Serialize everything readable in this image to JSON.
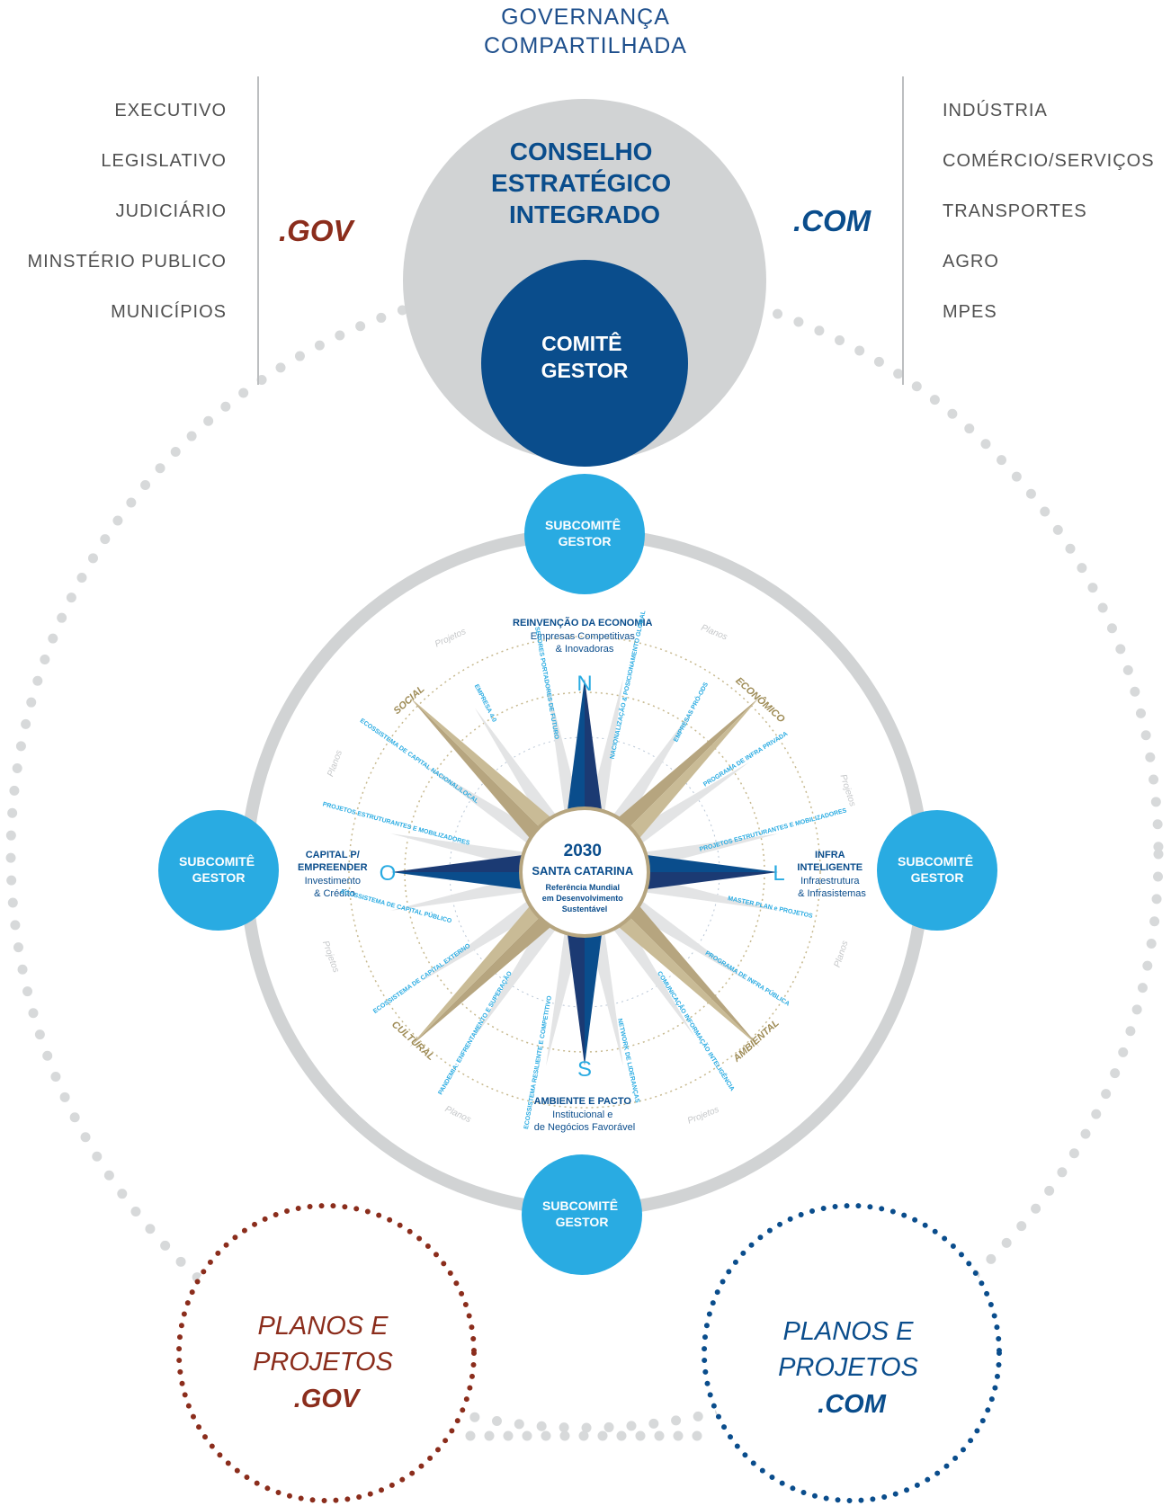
{
  "header": {
    "line1": "GOVERNANÇA",
    "line2": "COMPARTILHADA"
  },
  "gov_sectors": [
    "EXECUTIVO",
    "LEGISLATIVO",
    "JUDICIÁRIO",
    "MINSTÉRIO PUBLICO",
    "MUNICÍPIOS"
  ],
  "com_sectors": [
    "INDÚSTRIA",
    "COMÉRCIO/SERVIÇOS",
    "TRANSPORTES",
    "AGRO",
    "MPES"
  ],
  "gov_tag": ".GOV",
  "com_tag": ".COM",
  "conselho": [
    "CONSELHO",
    "ESTRATÉGICO",
    "INTEGRADO"
  ],
  "comite": [
    "COMITÊ",
    "GESTOR"
  ],
  "subcomite": [
    "SUBCOMITÊ",
    "GESTOR"
  ],
  "center": {
    "year": "2030",
    "name": "SANTA CATARINA",
    "line1": "Referência Mundial",
    "line2": "em Desenvolvimento",
    "line3": "Sustentável"
  },
  "cardinal": {
    "n": "N",
    "s": "S",
    "l": "L",
    "o": "O"
  },
  "north_label": {
    "title": "REINVENÇÃO DA ECONOMIA",
    "sub1": "Empresas Competitivas",
    "sub2": "& Inovadoras"
  },
  "south_label": {
    "title": "AMBIENTE E PACTO",
    "sub1": "Institucional e",
    "sub2": "de Negócios Favorável"
  },
  "east_label": {
    "title1": "INFRA",
    "title2": "INTELIGENTE",
    "sub1": "Infraestrutura",
    "sub2": "& Infrasistemas"
  },
  "west_label": {
    "title1": "CAPITAL P/",
    "title2": "EMPREENDER",
    "sub1": "Investimento",
    "sub2": "& Crédito"
  },
  "sectors": {
    "social": "SOCIAL",
    "economico": "ECONÔMICO",
    "cultural": "CULTURAL",
    "ambiental": "AMBIENTAL"
  },
  "ring_words": {
    "projetos": "Projetos",
    "planos": "Planos"
  },
  "programs": [
    "EMPRESA 4.0",
    "SETORES PORTADORES DE FUTURO",
    "NACIONALIZAÇÃO & POSICIONAMENTO GLOBAL",
    "EMPRESAS PRÓ-ODS",
    "PROGRAMA DE INFRA PRIVADA",
    "PROJETOS ESTRUTURANTES E MOBILIZADORES",
    "MASTER PLAN e PROJETOS",
    "PROGRAMA DE INFRA PÚBLICA",
    "COMUNICAÇÃO INFORMAÇÃO INTELIGÊNCIA",
    "NETWORK DE LIDERANÇAS",
    "ECOSSISTEMA RESILIENTE E COMPETITIVO",
    "PANDEMIA: ENFRENTAMENTO E SUPERAÇÃO",
    "ECOSSISTEMA DE CAPITAL EXTERNO",
    "ECOSSISTEMA DE CAPITAL PÚBLICO",
    "PROJETOS ESTRUTURANTES E MOBILIZADORES",
    "ECOSSISTEMA DE CAPITAL NACIONAL/LOCAL"
  ],
  "plans_gov": [
    "PLANOS E",
    "PROJETOS",
    ".GOV"
  ],
  "plans_com": [
    "PLANOS E",
    "PROJETOS",
    ".COM"
  ],
  "colors": {
    "navy": "#0a4d8c",
    "light_blue": "#29abe2",
    "gray": "#d1d3d4",
    "gold": "#b6a57f",
    "gov_red": "#8b2d1c",
    "com_blue": "#0a4d8c"
  }
}
